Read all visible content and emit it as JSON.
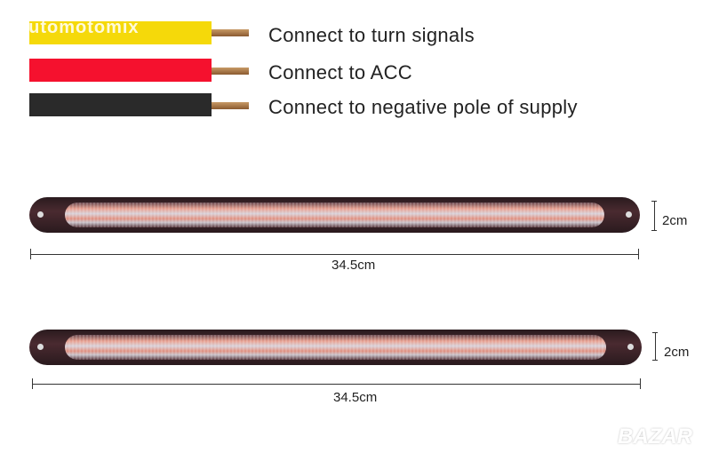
{
  "watermark": "automotomix",
  "corner_logo": "BAZAR",
  "wires": [
    {
      "color": "#f5d90a",
      "label": "Connect to turn signals"
    },
    {
      "color": "#f5112e",
      "label": "Connect to ACC"
    },
    {
      "color": "#2a2a2a",
      "label": "Connect to negative pole of supply"
    }
  ],
  "light_bars": [
    {
      "length_label": "34.5cm",
      "height_label": "2cm"
    },
    {
      "length_label": "34.5cm",
      "height_label": "2cm"
    }
  ]
}
